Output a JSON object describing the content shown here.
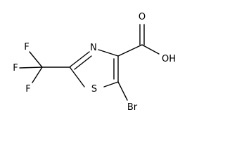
{
  "molecule": {
    "atoms": {
      "oxygen_carbonyl": "O",
      "hydroxyl": "OH",
      "nitrogen": "N",
      "sulfur": "S",
      "bromine": "Br",
      "fluorine_top": "F",
      "fluorine_left": "F",
      "fluorine_bottom": "F"
    },
    "colors": {
      "bond": "#000000",
      "text": "#000000",
      "background": "#ffffff"
    }
  }
}
